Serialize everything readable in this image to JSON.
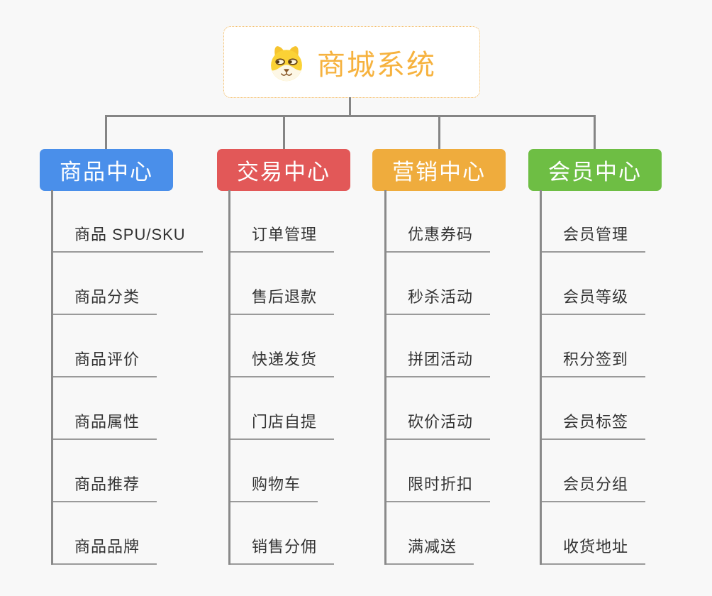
{
  "root": {
    "title": "商城系统",
    "icon": "shiba-dog-icon",
    "title_color": "#f6b23e",
    "border_color": "#f3b75a",
    "background": "#ffffff"
  },
  "canvas": {
    "background": "#f8f8f8",
    "connector_color": "#858585",
    "leaf_text_color": "#333333",
    "leaf_underline_color": "#9a9a9a"
  },
  "branches": [
    {
      "label": "商品中心",
      "color": "#4a8fea",
      "items": [
        "商品 SPU/SKU",
        "商品分类",
        "商品评价",
        "商品属性",
        "商品推荐",
        "商品品牌"
      ]
    },
    {
      "label": "交易中心",
      "color": "#e25858",
      "items": [
        "订单管理",
        "售后退款",
        "快递发货",
        "门店自提",
        "购物车",
        "销售分佣"
      ]
    },
    {
      "label": "营销中心",
      "color": "#efac3d",
      "items": [
        "优惠券码",
        "秒杀活动",
        "拼团活动",
        "砍价活动",
        "限时折扣",
        "满减送"
      ]
    },
    {
      "label": "会员中心",
      "color": "#6ebe44",
      "items": [
        "会员管理",
        "会员等级",
        "积分签到",
        "会员标签",
        "会员分组",
        "收货地址"
      ]
    }
  ]
}
